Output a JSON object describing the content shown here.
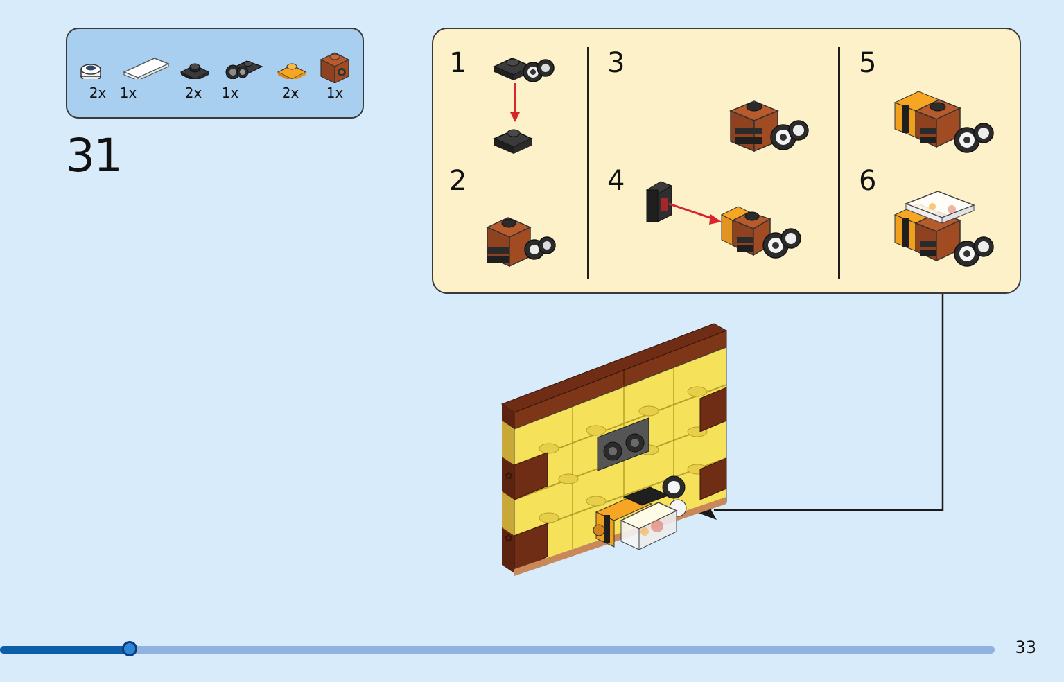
{
  "parts_list": [
    {
      "icon": "round-white-plate-icon",
      "qty": "2x"
    },
    {
      "icon": "transparent-tile-icon",
      "qty": "1x"
    },
    {
      "icon": "black-plate-icon",
      "qty": "2x"
    },
    {
      "icon": "wheel-holder-plate-icon",
      "qty": "1x"
    },
    {
      "icon": "orange-plate-icon",
      "qty": "2x"
    },
    {
      "icon": "brown-bracket-icon",
      "qty": "1x"
    }
  ],
  "step_number": "31",
  "sub_steps": [
    {
      "number": "1"
    },
    {
      "number": "2"
    },
    {
      "number": "3"
    },
    {
      "number": "4"
    },
    {
      "number": "5"
    },
    {
      "number": "6"
    }
  ],
  "page_number": "33",
  "progress": 0.13,
  "colors": {
    "page_background": "#d7ebfa",
    "parts_box": "#a9cff0",
    "substep_box": "#fcf1c8",
    "progress_fill": "#0d5ea8",
    "progress_track": "#8fb2e1",
    "arrow_red": "#d8242c"
  }
}
